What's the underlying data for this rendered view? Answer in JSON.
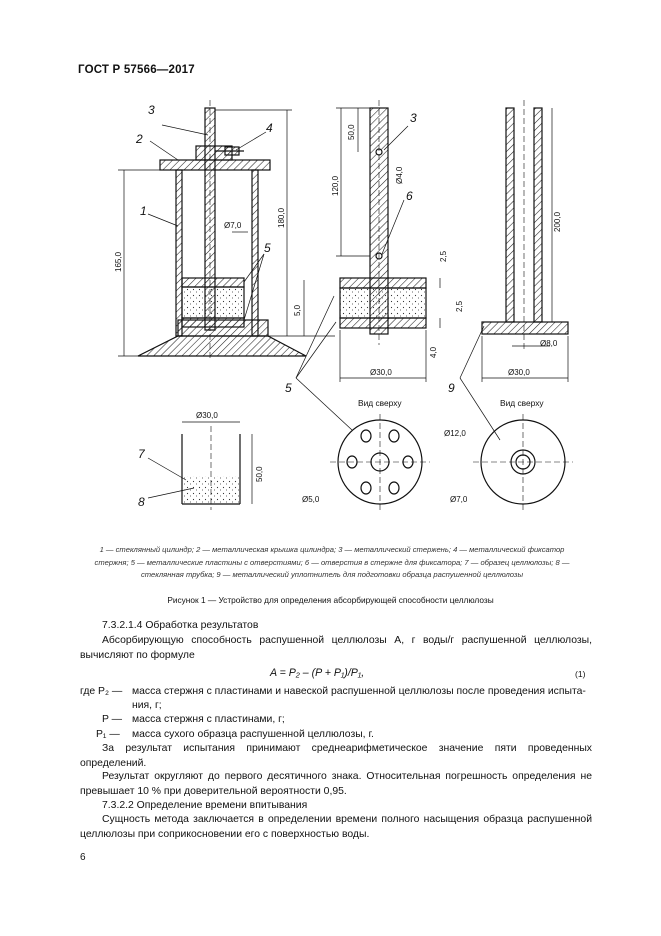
{
  "header": {
    "standard": "ГОСТ Р 57566—2017"
  },
  "figure": {
    "top_labels": {
      "vid_left": "Вид сверху",
      "vid_right": "Вид сверху"
    },
    "callouts": [
      "1",
      "2",
      "3",
      "4",
      "5",
      "6",
      "7",
      "8",
      "9"
    ],
    "callouts_b": {
      "c3b": "3",
      "c5b": "5",
      "c6b": "6",
      "c7b": "7",
      "c8b": "8",
      "c9b": "9"
    },
    "dims": {
      "d165": "165,0",
      "d180": "180,0",
      "d5": "5,0",
      "d7a": "Ø7,0",
      "d50": "50,0",
      "d120": "120,0",
      "d4": "Ø4,0",
      "d25a": "2,5",
      "d25b": "2,5",
      "d40": "4,0",
      "d30a": "Ø30,0",
      "d200": "200,0",
      "d8": "Ø8,0",
      "d30b": "Ø30,0",
      "d30c": "Ø30,0",
      "d50b": "50,0",
      "d12": "Ø12,0",
      "d5b": "Ø5,0",
      "d7b": "Ø7,0"
    }
  },
  "legend": "1 — стеклянный цилиндр; 2 — металлическая крышка цилиндра; 3 — металлический стержень; 4 — металлический фиксатор стержня; 5 — металлические пластины с отверстиями; 6 — отверстия в стержне для фиксатора; 7 — образец целлюлозы; 8 — стеклянная трубка; 9 — металлический уплотнитель для подготовки образца распушенной целлюлозы",
  "caption": "Рисунок 1 — Устройство для определения абсорбирующей способности целлюлозы",
  "body": {
    "h1": "7.3.2.1.4  Обработка результатов",
    "p1": "Абсорбирующую способность распушенной целлюлозы A, г воды/г распушенной целлюлозы, вычисляют по формуле",
    "formula": "A = P₂ – (P + P₁)/P₁,",
    "formula_no": "(1)",
    "where_intro": "где P₂ —",
    "where1": "масса стержня с пластинами и навеской распушенной целлюлозы после проведения испыта-",
    "where1b": "ния, г;",
    "where2_sym": "P —",
    "where2": "масса стержня с пластинами, г;",
    "where3_sym": "P₁ —",
    "where3": "масса сухого образца распушенной целлюлозы, г.",
    "p2": "За результат испытания принимают среднеарифметическое значение пяти проведенных определений.",
    "p3": "Результат округляют до первого десятичного знака. Относительная погрешность определения не превышает 10 % при доверительной вероятности 0,95.",
    "h2": "7.3.2.2  Определение времени впитывания",
    "p4": "Сущность метода заключается в определении времени полного насыщения образца распушенной целлюлозы при соприкосновении его с поверхностью воды."
  },
  "page_number": "6"
}
